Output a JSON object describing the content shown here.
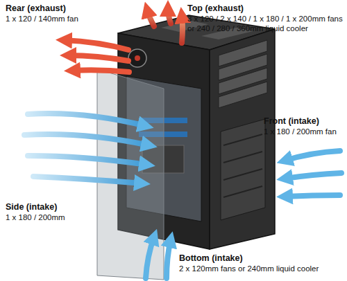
{
  "diagram": {
    "labels": [
      "Rear (exhaust)",
      "1 x 120 / 140mm fan",
      "Top (exhaust)",
      "3 x 120 / 2 x 140 / 1 x 180 / 1 x 200mm fans or 240 / 280 / 360mm liquid cooler",
      "Front (intake)",
      "1 x 180 / 200mm fan",
      "Side (intake)",
      "1 x 180 / 200mm",
      "Bottom (intake)",
      "2 x 120mm fans or 240mm liquid cooler"
    ]
  }
}
